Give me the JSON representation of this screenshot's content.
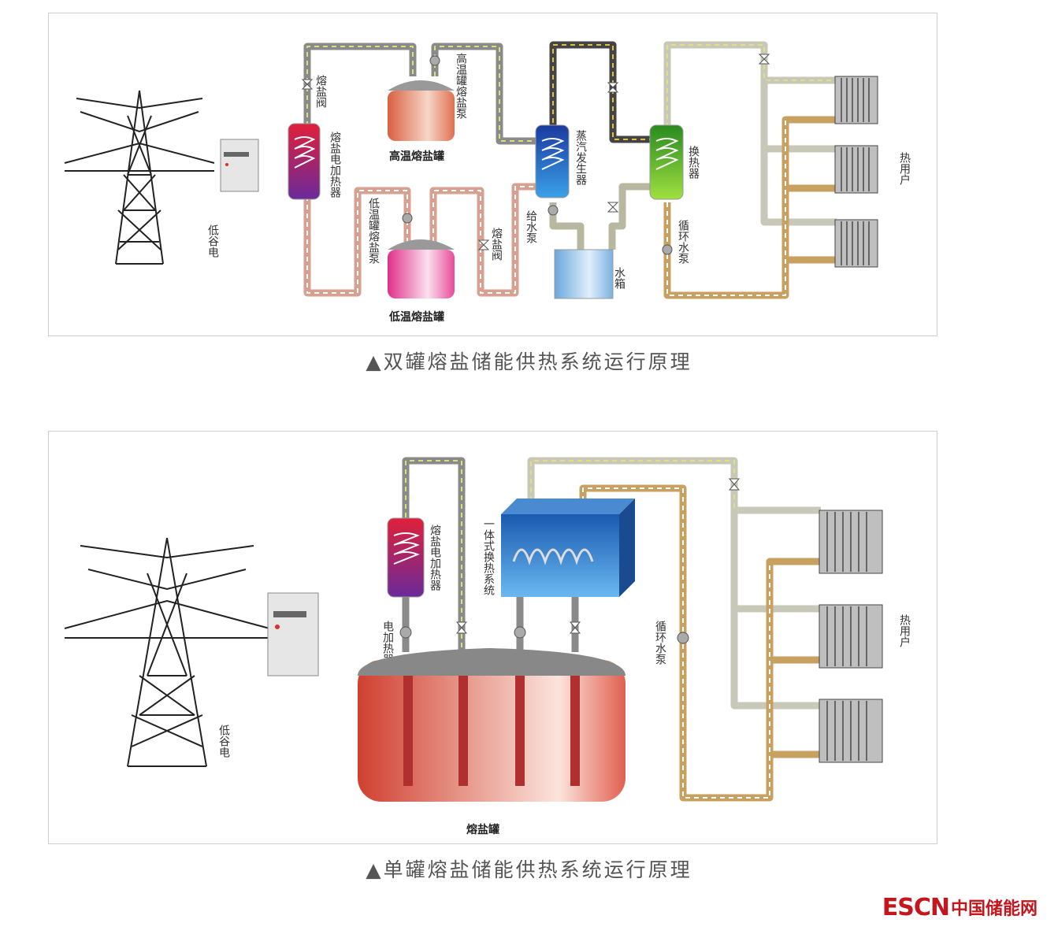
{
  "diagram1": {
    "caption": "▲双罐熔盐储能供热系统运行原理",
    "labels": {
      "valley_power": "低谷电",
      "salt_valve_1": "熔盐阀",
      "salt_heater": "熔盐电加热器",
      "high_tank": "高温熔盐罐",
      "high_tank_pump": "高温罐熔盐泵",
      "low_tank": "低温熔盐罐",
      "low_tank_pump": "低温罐熔盐泵",
      "salt_valve_2": "熔盐阀",
      "steam_generator": "蒸汽发生器",
      "feed_pump": "给水泵",
      "water_tank": "水箱",
      "heat_exchanger": "换热器",
      "circ_pump": "循环水泵",
      "heat_users": "热用户"
    }
  },
  "diagram2": {
    "caption": "▲单罐熔盐储能供热系统运行原理",
    "labels": {
      "valley_power": "低谷电",
      "salt_heater": "熔盐电加热器",
      "heater_pump": "电加热器熔盐泵",
      "integrated_exchanger": "一体式换热系统",
      "circ_pump": "循环水泵",
      "heat_users": "热用户",
      "salt_tank": "熔盐罐"
    }
  },
  "logo": {
    "en": "ESCN",
    "cn": "中国储能网"
  },
  "colors": {
    "brand": "#c4161c",
    "salt_pipe": "#e8a890",
    "water_pipe": "#c8a060",
    "steam_pipe": "#444444",
    "cold_water": "#d8e07a"
  }
}
